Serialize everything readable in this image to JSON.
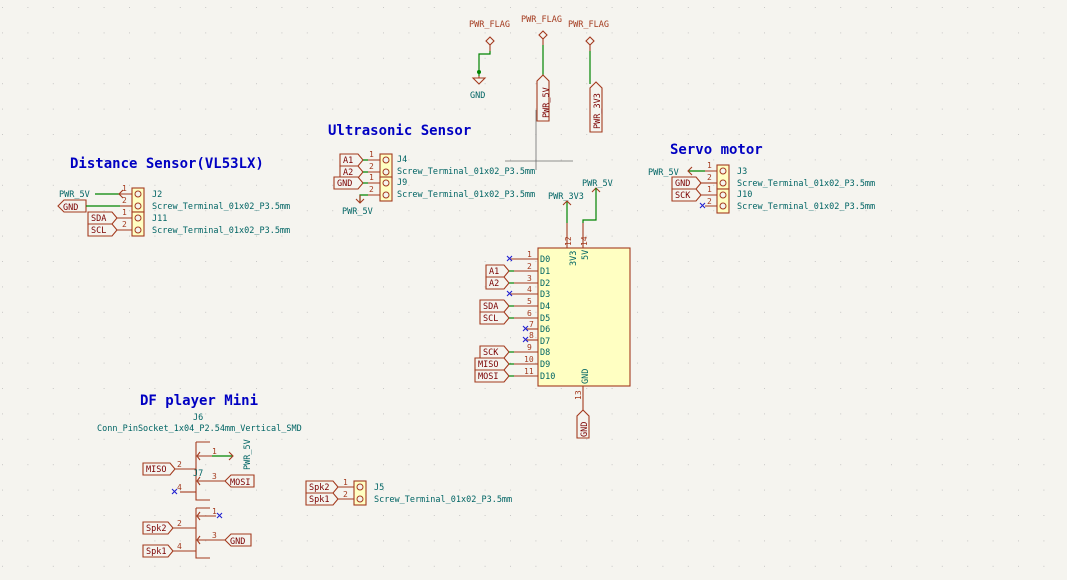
{
  "pwr_flags": {
    "a": "PWR_FLAG",
    "b": "PWR_FLAG",
    "c": "PWR_FLAG"
  },
  "power": {
    "gnd": "GND",
    "pwr_5v": "PWR_5V",
    "pwr_3v3": "PWR_3V3"
  },
  "sections": {
    "ultrasonic": "Ultrasonic Sensor",
    "distance": "Distance Sensor(VL53LX)",
    "servo": "Servo motor",
    "dfplayer": "DF player Mini"
  },
  "terminal_value": "Screw_Terminal_01x02_P3.5mm",
  "refs": {
    "j2": "J2",
    "j11": "J11",
    "j4": "J4",
    "j9": "J9",
    "j3": "J3",
    "j10": "J10",
    "j5": "J5",
    "j6": "J6",
    "j7": "J7"
  },
  "j6_value": "Conn_PinSocket_1x04_P2.54mm_Vertical_SMD",
  "labels": {
    "gnd": "GND",
    "sda": "SDA",
    "scl": "SCL",
    "a1": "A1",
    "a2": "A2",
    "sck": "SCK",
    "miso": "MISO",
    "mosi": "MOSI",
    "spk1": "Spk1",
    "spk2": "Spk2",
    "pwr5v": "PWR_5V"
  },
  "pins": {
    "p1": "1",
    "p2": "2",
    "p3": "3",
    "p4": "4",
    "p5": "5",
    "p6": "6",
    "p7": "7",
    "p8": "8",
    "p9": "9",
    "p10": "10",
    "p11": "11",
    "p12": "12",
    "p13": "13",
    "p14": "14"
  },
  "mcu_pins": {
    "d0": "D0",
    "d1": "D1",
    "d2": "D2",
    "d3": "D3",
    "d4": "D4",
    "d5": "D5",
    "d6": "D6",
    "d7": "D7",
    "d8": "D8",
    "d9": "D9",
    "d10": "D10",
    "v33": "3V3",
    "v5": "5V",
    "gnd": "GND"
  }
}
